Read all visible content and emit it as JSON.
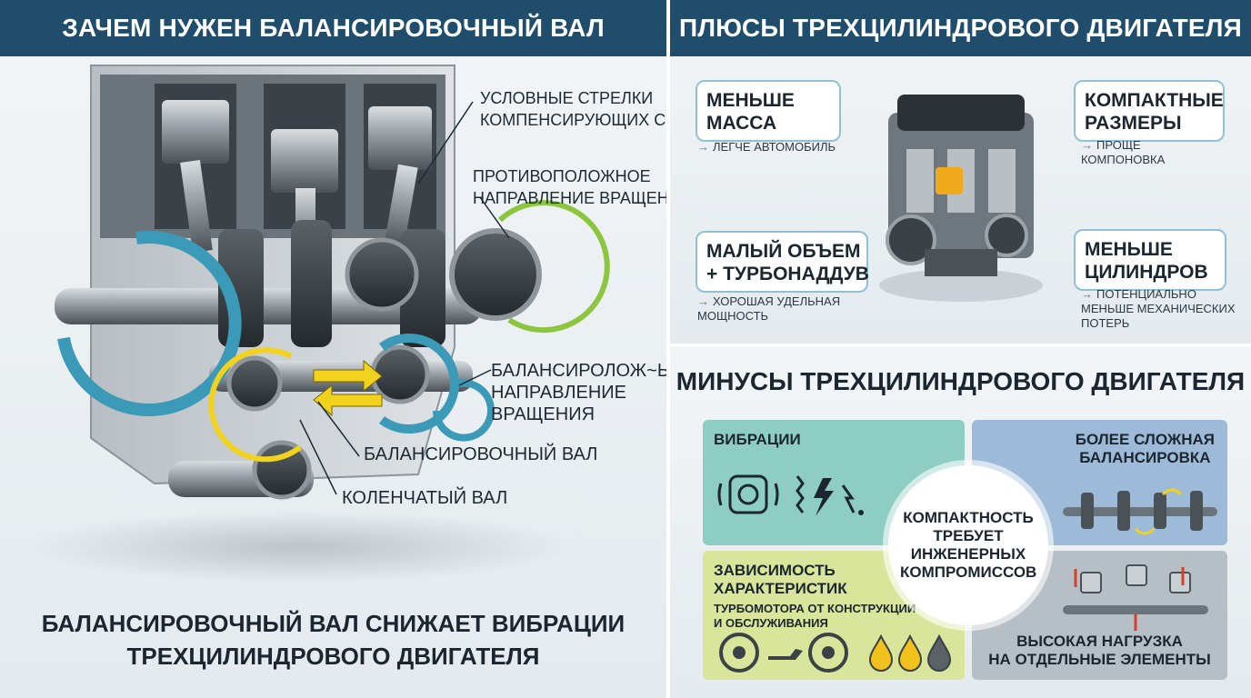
{
  "left": {
    "title": "ЗАЧЕМ НУЖЕН БАЛАНСИРОВОЧНЫЙ ВАЛ",
    "callouts": {
      "arrows": "УСЛОВНЫЕ СТРЕЛКИ\nКОМПЕНСИРУЮЩИХ СИЛ",
      "opposite": "ПРОТИВОПОЛОЖНОЕ\nНАПРАВЛЕНИЕ ВРАЩЕНИЯ",
      "balance_dir": "БАЛАНСИРОЛОЖ~ЫЙ\nНАПРАВЛЕНИЕ\nВРАЩЕНИЯ",
      "balance_shaft": "БАЛАНСИРОВОЧНЫЙ ВАЛ",
      "crankshaft": "КОЛЕНЧАТЫЙ ВАЛ"
    },
    "caption": "БАЛАНСИРОВОЧНЫЙ ВАЛ СНИЖАЕТ ВИБРАЦИИ\nТРЕХЦИЛИНДРОВОГО ДВИГАТЕЛЯ"
  },
  "plus": {
    "title": "ПЛЮСЫ ТРЕХЦИЛИНДРОВОГО ДВИГАТЕЛЯ",
    "items": [
      {
        "title": "МЕНЬШЕ\nМАССА",
        "sub": "ЛЕГЧЕ АВТОМОБИЛЬ"
      },
      {
        "title": "КОМПАКТНЫЕ\nРАЗМЕРЫ",
        "sub": "ПРОЩЕ\nКОМПОНОВКА"
      },
      {
        "title": "МАЛЫЙ ОБЪЕМ\n+ ТУРБОНАДДУВ",
        "sub": "ХОРОШАЯ УДЕЛЬНАЯ\nМОЩНОСТЬ"
      },
      {
        "title": "МЕНЬШЕ\nЦИЛИНДРОВ",
        "sub": "ПОТЕНЦИАЛЬНО\nМЕНЬШЕ МЕХАНИЧЕСКИХ\nПОТЕРЬ"
      }
    ]
  },
  "minus": {
    "title": "МИНУСЫ ТРЕХЦИЛИНДРОВОГО ДВИГАТЕЛЯ",
    "vibration": "ВИБРАЦИИ",
    "balancing": "БОЛЕЕ СЛОЖНАЯ\nБАЛАНСИРОВКА",
    "turbo_title": "ЗАВИСИМОСТЬ\nХАРАКТЕРИСТИК",
    "turbo_sub": "ТУРБОМОТОРА ОТ КОНСТРУКЦИИ\nИ ОБСЛУЖИВАНИЯ",
    "load": "ВЫСОКАЯ НАГРУЗКА\nНА ОТДЕЛЬНЫЕ ЭЛЕМЕНТЫ",
    "center": "КОМПАКТНОСТЬ\nТРЕБУЕТ\nИНЖЕНЕРНЫХ\nКОМПРОМИССОВ"
  },
  "colors": {
    "header": "#1f4d6b",
    "teal_arrow": "#3a9ab8",
    "green_arrow": "#8cc63f",
    "yellow_arrow": "#f1d21c",
    "vibration_bg": "#8ecdc2",
    "balancing_bg": "#9dbbd8",
    "turbo_bg": "#d8e59a",
    "load_bg": "#b6bec6"
  },
  "icons": [
    "vibration-icon",
    "zigzag-icon",
    "lightning-icon",
    "turbo-icon",
    "oil-can-icon",
    "oil-drop-icon",
    "crankshaft-icon",
    "piston-icon",
    "engine-icon"
  ]
}
